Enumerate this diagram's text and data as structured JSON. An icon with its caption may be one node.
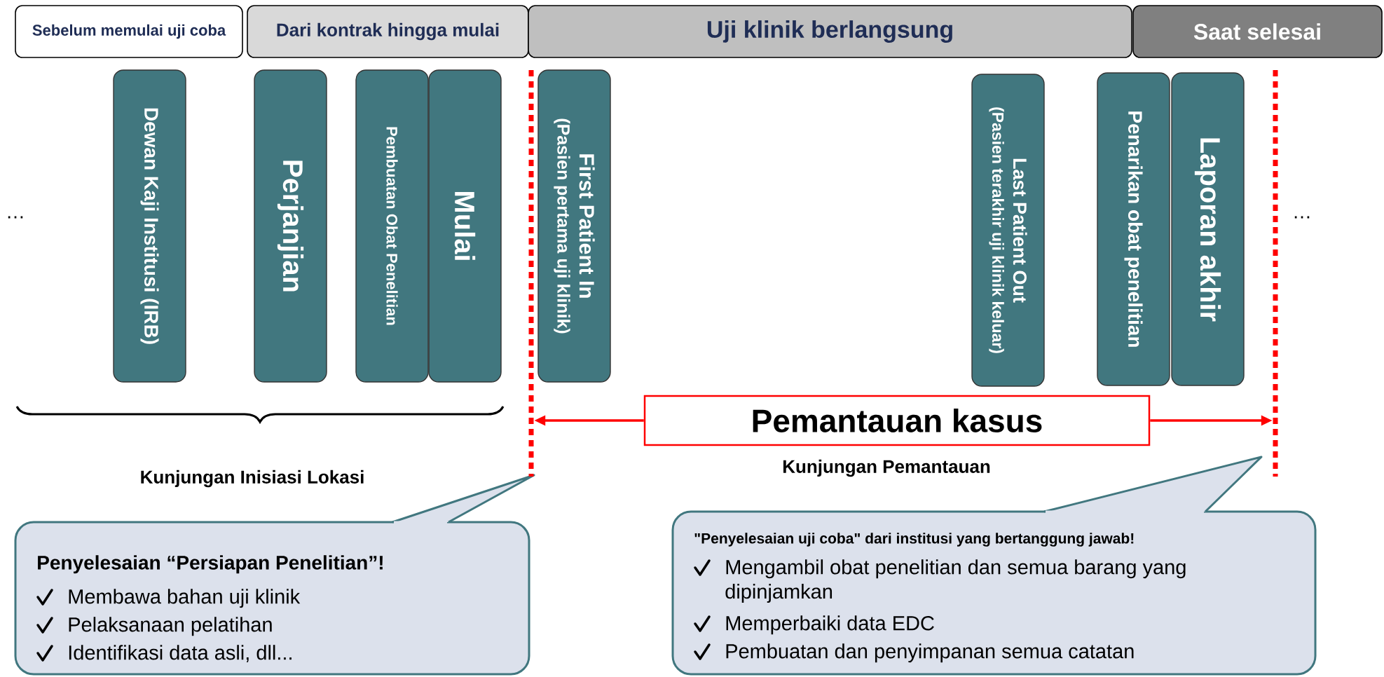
{
  "diagram": {
    "nodes": [
      {
        "text": [
          "Sebelum memulai uji coba"
        ]
      },
      {
        "text": [
          "Dari kontrak hingga mulai"
        ]
      },
      {
        "text": [
          "Uji klinik berlangsung"
        ]
      },
      {
        "text": [
          "Saat selesai"
        ]
      },
      {
        "text": [
          "Dewan Kaji Institusi (IRB)"
        ]
      },
      {
        "text": [
          "Perjanjian"
        ]
      },
      {
        "text": [
          "Pembuatan Obat Penelitian"
        ]
      },
      {
        "text": [
          "Mulai"
        ]
      },
      {
        "text": [
          "First Patient In",
          "(Pasien pertama uji klinik)"
        ]
      },
      {
        "text": [
          "Last Patient Out",
          "(Pasien terakhir uji klinik keluar)"
        ]
      },
      {
        "text": [
          "Penarikan obat penelitian"
        ]
      },
      {
        "text": [
          "Laporan akhir"
        ]
      },
      {
        "text": [
          "Pemantauan kasus"
        ]
      },
      {
        "text": [
          "Penyelesaian “Persiapan Penelitian”!",
          "Membawa bahan uji klinik",
          "Pelaksanaan pelatihan",
          "Identifikasi data asli, dll..."
        ]
      },
      {
        "text": [
          "\"Penyelesaian uji coba\" dari institusi yang bertanggung jawab!",
          "Mengambil obat penelitian dan semua barang yang dipinjamkan",
          "Memperbaiki data EDC",
          "Pembuatan dan penyimpanan semua catatan"
        ]
      },
      {
        "text": [],
        "shape": "bar"
      },
      {
        "text": [],
        "shape": "bar"
      }
    ],
    "edges": [
      {
        "from": 12,
        "to": 15,
        "arrow": "to",
        "color": "#ff0000"
      },
      {
        "from": 12,
        "to": 16,
        "arrow": "to",
        "color": "#ff0000"
      }
    ],
    "labels": [
      "…",
      "…",
      "Kunjungan Inisiasi Lokasi",
      "Kunjungan Pemantauan"
    ]
  }
}
